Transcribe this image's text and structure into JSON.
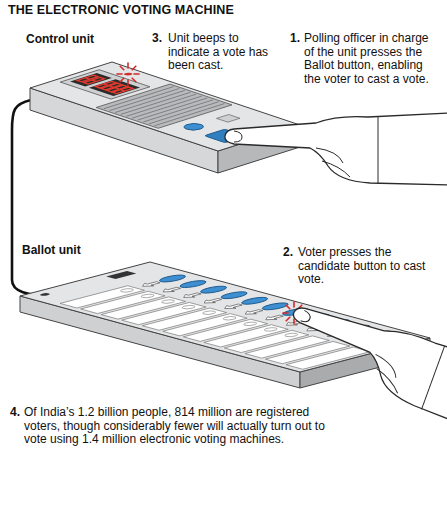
{
  "diagram": {
    "title": "THE ELECTRONIC VOTING MACHINE",
    "labels": [
      "Control unit",
      "3.",
      "Unit beeps to indicate a vote has been cast.",
      "1.",
      "Polling officer in charge of the unit presses the Ballot button, enabling the voter to cast a vote.",
      "Ballot unit",
      "2.",
      "Voter presses the candidate button to cast vote.",
      "4.",
      "Of India’s 1.2 billion people, 814 million are registered voters, though considerably fewer will actually turn out to vote using 1.4 million electronic voting machines."
    ]
  }
}
